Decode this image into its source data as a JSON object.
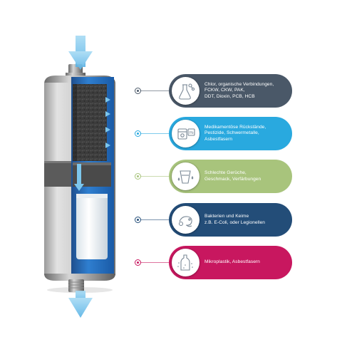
{
  "colors": {
    "arrow": "#7cc6ec",
    "housing_blue": "#1e6fc2",
    "housing_silver": "#c9c9c9"
  },
  "filter_stages": [
    {
      "id": "chlor",
      "color": "#4a5868",
      "icon": "flask-molecule-icon",
      "lines": [
        "Chlor, organische Verbindungen,",
        "FCKW, CKW, PAK,",
        "DDT, Dioxin, PCB, HCB"
      ]
    },
    {
      "id": "medikamente",
      "color": "#29a9df",
      "icon": "pill-box-lead-icon",
      "icon_text": "Pb",
      "lines": [
        "Medikamentöse Rückstände,",
        "Pestizide, Schwermetalle,",
        "Asbestfasern"
      ]
    },
    {
      "id": "geruch",
      "color": "#a8c47c",
      "icon": "glass-drops-icon",
      "lines": [
        "Schlechte Gerüche,",
        "Geschmack, Verfärbungen"
      ]
    },
    {
      "id": "bakterien",
      "color": "#234d78",
      "icon": "bacteria-icon",
      "lines": [
        "Bakterien und Keime",
        "z.B. E-Coli, oder Legionellen"
      ]
    },
    {
      "id": "mikroplastik",
      "color": "#c8175f",
      "icon": "bottle-particles-icon",
      "lines": [
        "Mikroplastik, Asbestfasern"
      ]
    }
  ]
}
